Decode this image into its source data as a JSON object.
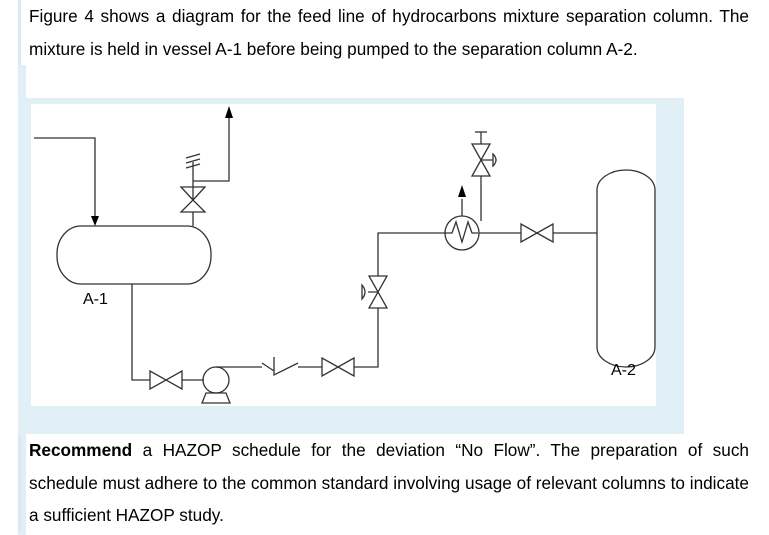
{
  "intro_text": "Figure 4 shows a diagram for the feed line of hydrocarbons mixture separation column. The mixture is held in vessel A-1 before being pumped to the separation column A-2.",
  "diagram": {
    "vessel_a1_label": "A-1",
    "column_a2_label": "A-2"
  },
  "question": {
    "bold_word": "Recommend",
    "rest_text": " a HAZOP schedule for the deviation “No Flow”. The preparation of such schedule must adhere to the common standard involving usage of relevant columns to indicate a sufficient HAZOP study."
  }
}
